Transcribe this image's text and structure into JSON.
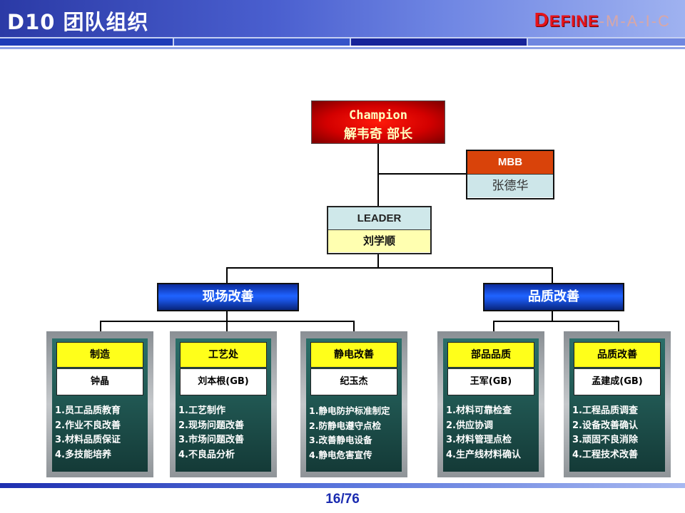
{
  "header": {
    "title": "D10 团队组织",
    "logo_big": "D",
    "logo_rest": "EFINE",
    "logo_suffix": "-M-A-I-C"
  },
  "champion": {
    "role": "Champion",
    "name": "解韦奇  部长"
  },
  "mbb": {
    "role": "MBB",
    "name": "张德华"
  },
  "leader": {
    "role": "LEADER",
    "name": "刘学顺"
  },
  "groups": [
    {
      "label": "现场改善"
    },
    {
      "label": "品质改善"
    }
  ],
  "teams": [
    {
      "title": "制造",
      "person": "钟晶",
      "tasks": [
        "1.员工品质教育",
        "2.作业不良改善",
        "3.材料品质保证",
        "4.多技能培养"
      ]
    },
    {
      "title": "工艺处",
      "person": "刘本根(GB)",
      "tasks": [
        "1.工艺制作",
        "2.现场问题改善",
        "3.市场问题改善",
        "4.不良品分析"
      ]
    },
    {
      "title": "静电改善",
      "person": "纪玉杰",
      "tasks": [
        "1.静电防护标准制定",
        "2.防静电遵守点检",
        "3.改善静电设备",
        "4.静电危害宣传"
      ]
    },
    {
      "title": "部品品质",
      "person": "王军(GB)",
      "tasks": [
        "1.材料可靠检查",
        "2.供应协调",
        "3.材料管理点检",
        "4.生产线材料确认"
      ]
    },
    {
      "title": "品质改善",
      "person": "孟建成(GB)",
      "tasks": [
        "1.工程品质调查",
        "2.设备改善确认",
        "3.顽固不良消除",
        "4.工程技术改善"
      ]
    }
  ],
  "footer": {
    "page": "16/76"
  },
  "colors": {
    "header_blue": "#2b3aa6",
    "accent_red": "#e6141b",
    "team_title_yellow": "#ffff1a"
  }
}
